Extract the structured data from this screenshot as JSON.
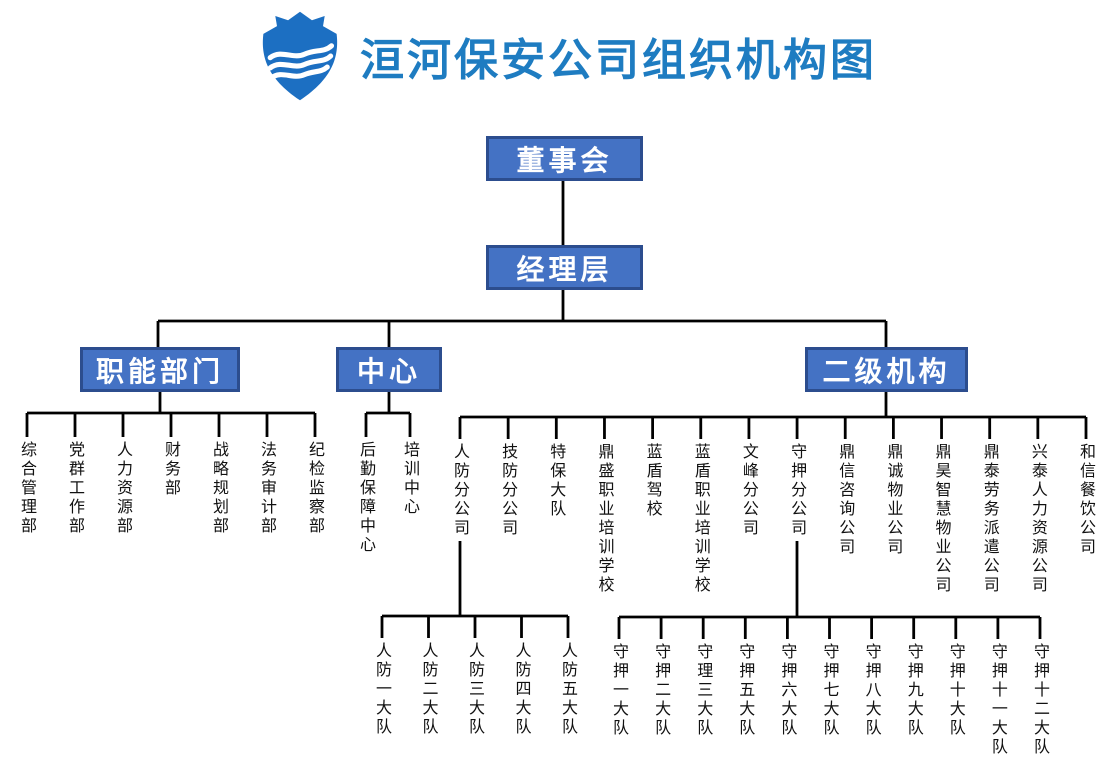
{
  "header": {
    "title": "洹河保安公司组织机构图",
    "logo_icon": "shield-with-waves-icon"
  },
  "colors": {
    "title_blue": "#1E7CC1",
    "box_fill": "#4472C4",
    "box_border": "#2C4D8E",
    "logo_blue": "#1C6FC2",
    "connector_line": "#000000",
    "leaf_text": "#111111"
  },
  "tree": {
    "root": {
      "label": "董事会"
    },
    "manager": {
      "label": "经理层"
    },
    "branches": [
      {
        "label": "职能部门",
        "children": [
          "综合管理部",
          "党群工作部",
          "人力资源部",
          "财务部",
          "战略规划部",
          "法务审计部",
          "纪检监察部"
        ]
      },
      {
        "label": "中心",
        "children": [
          "后勤保障中心",
          "培训中心"
        ]
      },
      {
        "label": "二级机构",
        "children": [
          "人防分公司",
          "技防分公司",
          "特保大队",
          "鼎盛职业培训学校",
          "蓝盾驾校",
          "蓝盾职业培训学校",
          "文峰分公司",
          "守押分公司",
          "鼎信咨询公司",
          "鼎诚物业公司",
          "鼎昊智慧物业公司",
          "鼎泰劳务派遣公司",
          "兴泰人力资源公司",
          "和信餐饮公司"
        ]
      }
    ],
    "renfang": {
      "parent_label": "人防分公司",
      "children": [
        "人防一大队",
        "人防二大队",
        "人防三大队",
        "人防四大队",
        "人防五大队"
      ]
    },
    "shouya": {
      "parent_label": "守押分公司",
      "children": [
        "守押一大队",
        "守押二大队",
        "守理三大队",
        "守押五大队",
        "守押六大队",
        "守押七大队",
        "守押八大队",
        "守押九大队",
        "守押十大队",
        "守押十一大队",
        "守押十二大队"
      ]
    }
  }
}
